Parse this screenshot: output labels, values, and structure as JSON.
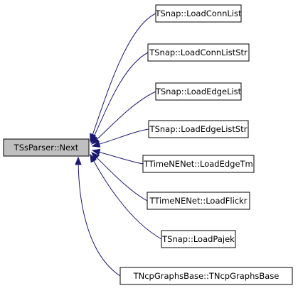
{
  "graph": {
    "focus_node": {
      "label": "TSsParser::Next",
      "fill": "#bfbfbf"
    },
    "caller_nodes": [
      {
        "label": "TSnap::LoadConnList"
      },
      {
        "label": "TSnap::LoadConnListStr"
      },
      {
        "label": "TSnap::LoadEdgeList"
      },
      {
        "label": "TSnap::LoadEdgeListStr"
      },
      {
        "label": "TTimeNENet::LoadEdgeTm"
      },
      {
        "label": "TTimeNENet::LoadFlickr"
      },
      {
        "label": "TSnap::LoadPajek"
      },
      {
        "label": "TNcpGraphsBase::TNcpGraphsBase"
      }
    ],
    "edge_color": "#191970",
    "node_border_color": "#000000"
  }
}
